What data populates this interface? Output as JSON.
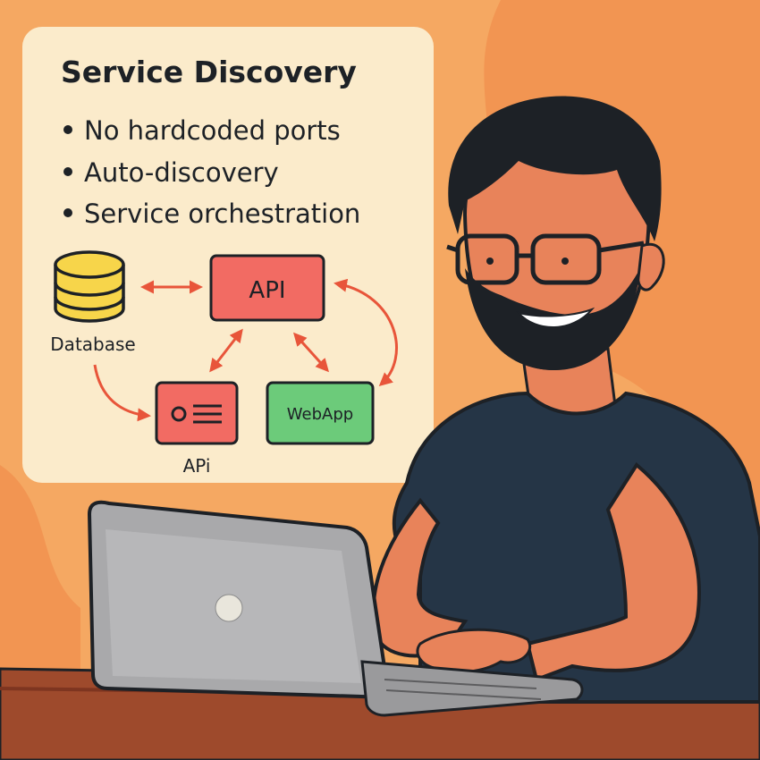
{
  "panel": {
    "title": "Service Discovery",
    "bullets": [
      "No hardcoded ports",
      "Auto-discovery",
      "Service orchestration"
    ]
  },
  "diagram": {
    "database_label": "Database",
    "api_label": "API",
    "api_small_label": "APi",
    "webapp_label": "WebApp"
  },
  "icons": {
    "database": "database-cylinder-icon",
    "api_card": "id-card-icon"
  },
  "colors": {
    "background": "#F4A460",
    "panel": "#FBEBCB",
    "api_box": "#F26B63",
    "webapp_box": "#6CCB7A",
    "database": "#F7D54A",
    "arrow": "#E8553A",
    "shirt": "#253546",
    "laptop": "#A9A9AB"
  }
}
